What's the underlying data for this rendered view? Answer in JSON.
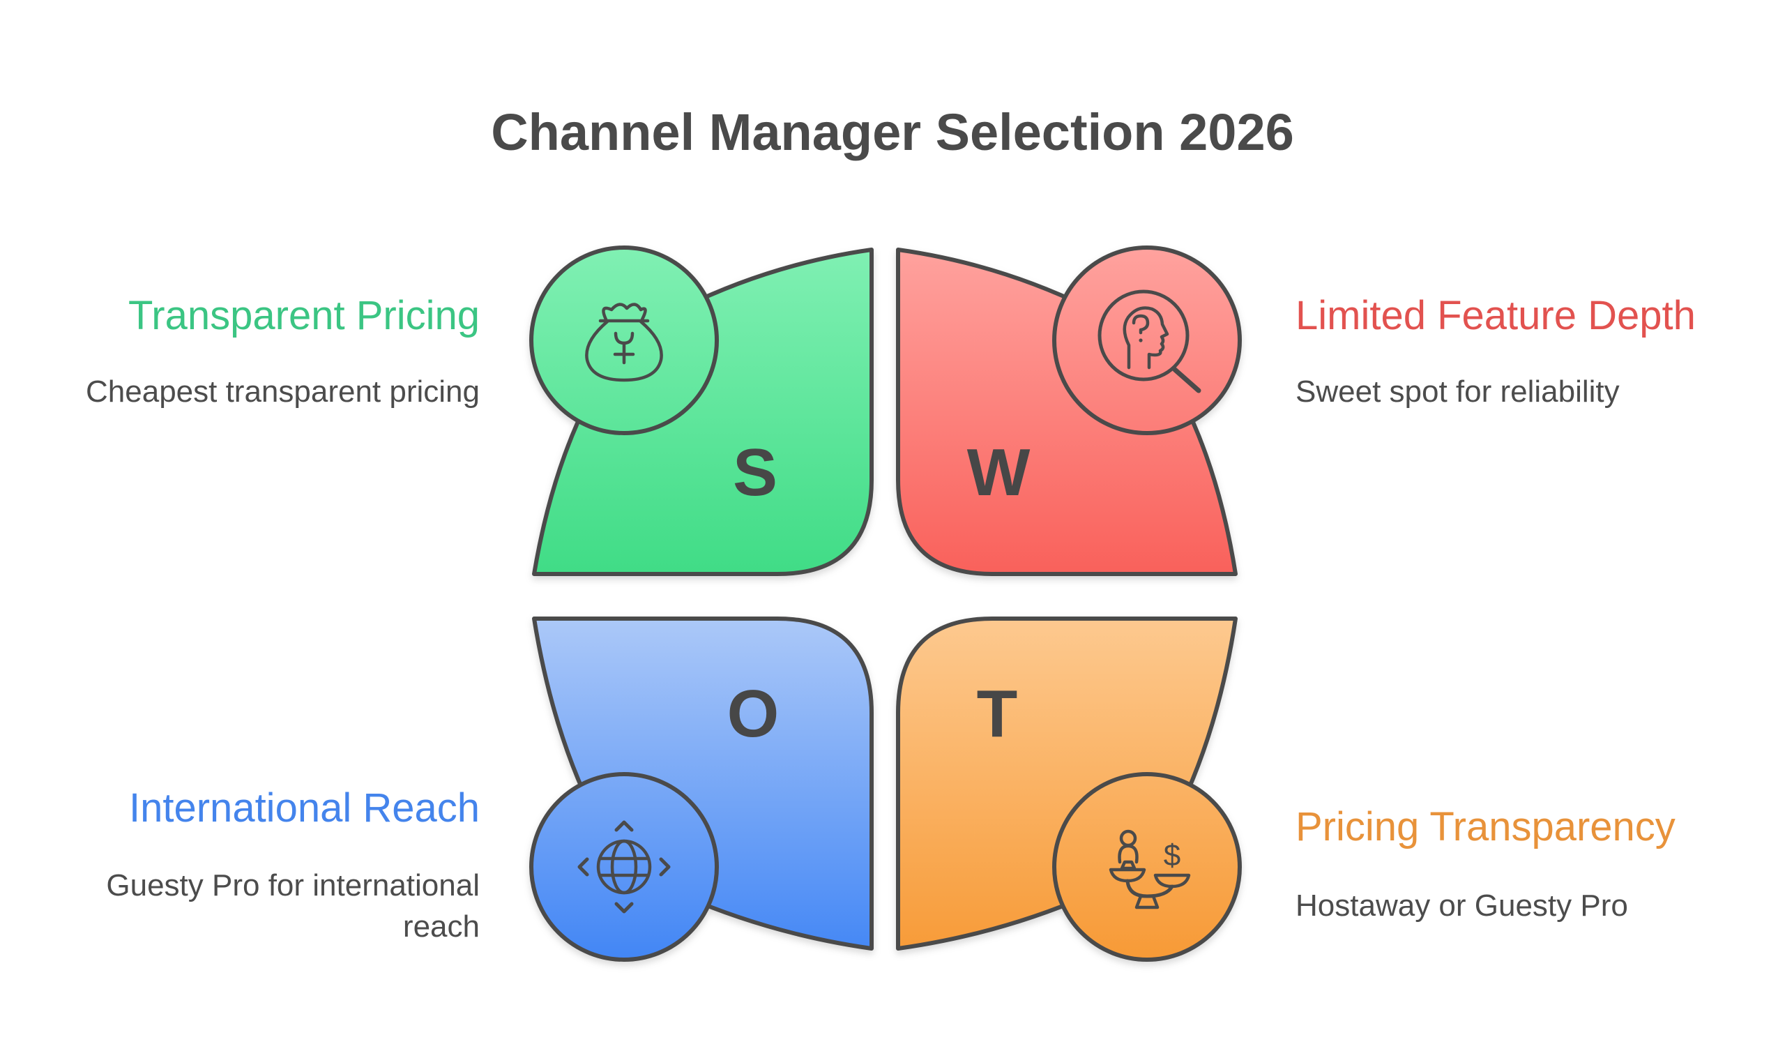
{
  "title": "Channel Manager Selection 2026",
  "quadrants": [
    {
      "key": "strengths",
      "letter": "S",
      "heading": "Transparent Pricing",
      "description": "Cheapest transparent pricing",
      "heading_color": "#3bc583",
      "fill_top": "#80f0b3",
      "fill_bottom": "#40dc86",
      "icon": "money-bag-icon"
    },
    {
      "key": "weaknesses",
      "letter": "W",
      "heading": "Limited Feature Depth",
      "description": "Sweet spot for reliability",
      "heading_color": "#e2524f",
      "fill_top": "#ffa29e",
      "fill_bottom": "#f9615b",
      "icon": "head-magnifier-icon"
    },
    {
      "key": "opportunities",
      "letter": "O",
      "heading": "International Reach",
      "description": "Guesty Pro for international reach",
      "heading_color": "#4484ec",
      "fill_top": "#abc8f8",
      "fill_bottom": "#4286f5",
      "icon": "globe-arrows-icon"
    },
    {
      "key": "threats",
      "letter": "T",
      "heading": "Pricing Transparency",
      "description": "Hostaway or Guesty Pro",
      "heading_color": "#e8923a",
      "fill_top": "#fdc98f",
      "fill_bottom": "#f79a36",
      "icon": "balance-scale-icon"
    }
  ],
  "text_color": "#4a4a4a",
  "outline_color": "#4a4a4a",
  "background": "#ffffff"
}
